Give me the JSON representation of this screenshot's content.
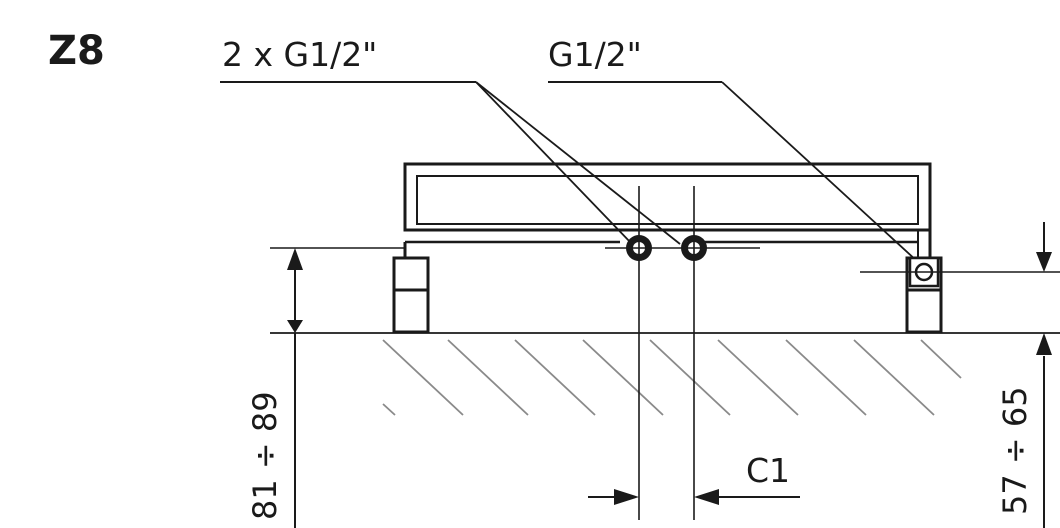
{
  "diagram": {
    "code": "Z8",
    "labels": {
      "double_connection": "2 x G1/2\"",
      "single_connection": "G1/2\"",
      "left_dimension": "81 ÷ 89",
      "right_dimension": "57 ÷ 65",
      "spacing": "C1"
    },
    "colors": {
      "line": "#1a1a1a",
      "hatch": "#8a8a8a"
    }
  }
}
